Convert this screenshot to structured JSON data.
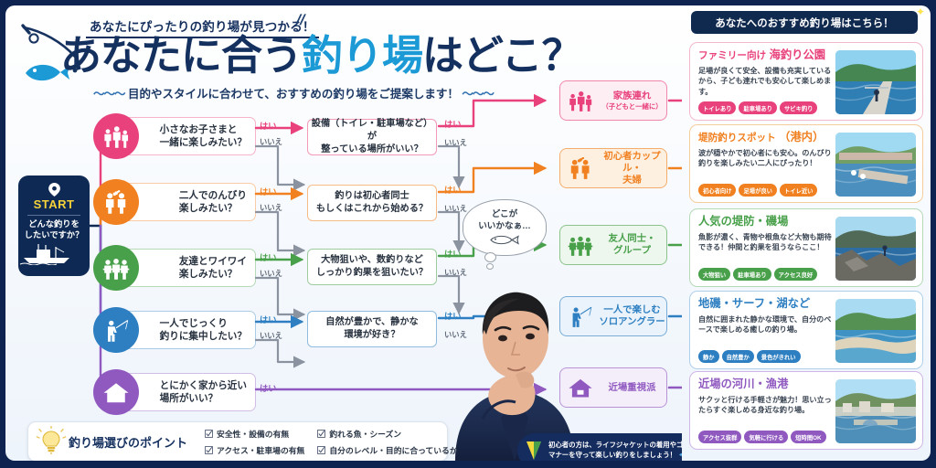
{
  "header": {
    "kicker": "あなたにぴったりの釣り場が見つかる！",
    "title_a": "あなたに合う",
    "title_hl": "釣り場",
    "title_b": "はどこ？",
    "subline": "目的やスタイルに合わせて、おすすめの釣り場をご提案します！"
  },
  "start": {
    "label": "START",
    "question": "どんな釣りを\nしたいですか？",
    "pin_icon": "location-pin-icon",
    "boat_icon": "fishing-boat-icon"
  },
  "labels": {
    "yes": "はい",
    "no": "いいえ"
  },
  "questions_col1": [
    {
      "text": "小さなお子さまと\n一緒に楽しみたい？",
      "icon": "family-icon",
      "color": "#e8417c"
    },
    {
      "text": "二人でのんびり\n楽しみたい？",
      "icon": "couple-icon",
      "color": "#f08020"
    },
    {
      "text": "友達とワイワイ\n楽しみたい？",
      "icon": "group-icon",
      "color": "#49a04b"
    },
    {
      "text": "一人でじっくり\n釣りに集中したい？",
      "icon": "solo-angler-icon",
      "color": "#2d7fc1"
    },
    {
      "text": "とにかく家から近い\n場所がいい？",
      "icon": "house-icon",
      "color": "#9059c0"
    }
  ],
  "questions_col2": [
    {
      "text": "設備（トイレ・駐車場など）が\n整っている場所がいい？",
      "color": "#e8417c"
    },
    {
      "text": "釣りは初心者同士\nもしくはこれから始める？",
      "color": "#f08020"
    },
    {
      "text": "大物狙いや、数釣りなど\nしっかり釣果を狙いたい？",
      "color": "#49a04b"
    },
    {
      "text": "自然が豊かで、静かな\n環境が好き？",
      "color": "#2d7fc1"
    }
  ],
  "results": [
    {
      "title": "家族連れ",
      "sub": "（子どもと一緒に）",
      "icon": "family-icon",
      "color": "#e8417c",
      "bg": "#fdeef4"
    },
    {
      "title": "初心者カップル・\n夫婦",
      "sub": "",
      "icon": "couple-icon",
      "color": "#f08020",
      "bg": "#fdf0e0"
    },
    {
      "title": "友人同士・\nグループ",
      "sub": "",
      "icon": "group-icon",
      "color": "#49a04b",
      "bg": "#eef7ee"
    },
    {
      "title": "一人で楽しむ\nソロアングラー",
      "sub": "",
      "icon": "solo-angler-icon",
      "color": "#2d7fc1",
      "bg": "#eaf3fb"
    },
    {
      "title": "近場重視派",
      "sub": "",
      "icon": "house-icon",
      "color": "#9059c0",
      "bg": "#f4eefa"
    }
  ],
  "bubble": {
    "text": "どこが\nいいかなぁ…",
    "fish_icon": "fish-icon"
  },
  "right_panel": {
    "badge": "あなたへのおすすめ釣り場はこちら！",
    "sparkle_icon": "sparkle-icon",
    "cards": [
      {
        "title_pre": "ファミリー向け",
        "title_main": "海釣り公園",
        "body": "足場が良くて安全、設備も充実しているから、子ども連れでも安心して楽しめます。",
        "tags": [
          "トイレあり",
          "駐車場あり",
          "サビキ釣り"
        ],
        "color": "#e8417c",
        "border": "#f4b8cd",
        "image": "sea-fishing-park-pier-photo"
      },
      {
        "title_pre": "堤防釣りスポット",
        "title_main": "（港内）",
        "body": "波が穏やかで初心者にも安心。のんびり釣りを楽しみたい二人にぴったり！",
        "tags": [
          "初心者向け",
          "足場が良い",
          "トイレ近い"
        ],
        "color": "#f08020",
        "border": "#f5cd9c",
        "image": "harbor-breakwater-photo"
      },
      {
        "title_pre": "人気の堤防・磯場",
        "title_main": "",
        "body": "魚影が濃く、青物や根魚など大物も期待できる！仲間と釣果を狙うならここ！",
        "tags": [
          "大物狙い",
          "駐車場あり",
          "アクセス良好"
        ],
        "color": "#49a04b",
        "border": "#b6d9b7",
        "image": "rocky-shore-angler-photo"
      },
      {
        "title_pre": "地磯・サーフ・湖など",
        "title_main": "",
        "body": "自然に囲まれた静かな環境で、自分のペースで楽しめる癒しの釣り場。",
        "tags": [
          "静か",
          "自然豊か",
          "景色がきれい"
        ],
        "color": "#2d7fc1",
        "border": "#aed0ea",
        "image": "quiet-lakeshore-photo"
      },
      {
        "title_pre": "近場の河川・漁港",
        "title_main": "",
        "body": "サクッと行ける手軽さが魅力！思い立ったらすぐ楽しめる身近な釣り場。",
        "tags": [
          "アクセス抜群",
          "気軽に行ける",
          "短時間OK"
        ],
        "color": "#9059c0",
        "border": "#d0b6e6",
        "image": "river-town-bridge-photo"
      }
    ]
  },
  "footer": {
    "points_title": "釣り場選びのポイント",
    "bulb_icon": "lightbulb-icon",
    "points": [
      "安全性・設備の有無",
      "釣れる魚・シーズン",
      "アクセス・駐車場の有無",
      "自分のレベル・目的に合っているか"
    ],
    "safety_icon": "beginner-leaf-icon",
    "safety_line1": "初心者の方は、ライフジャケットの着用やゴミ拾い、",
    "safety_line2": "マナーを守って楽しい釣りをしましょう！"
  }
}
